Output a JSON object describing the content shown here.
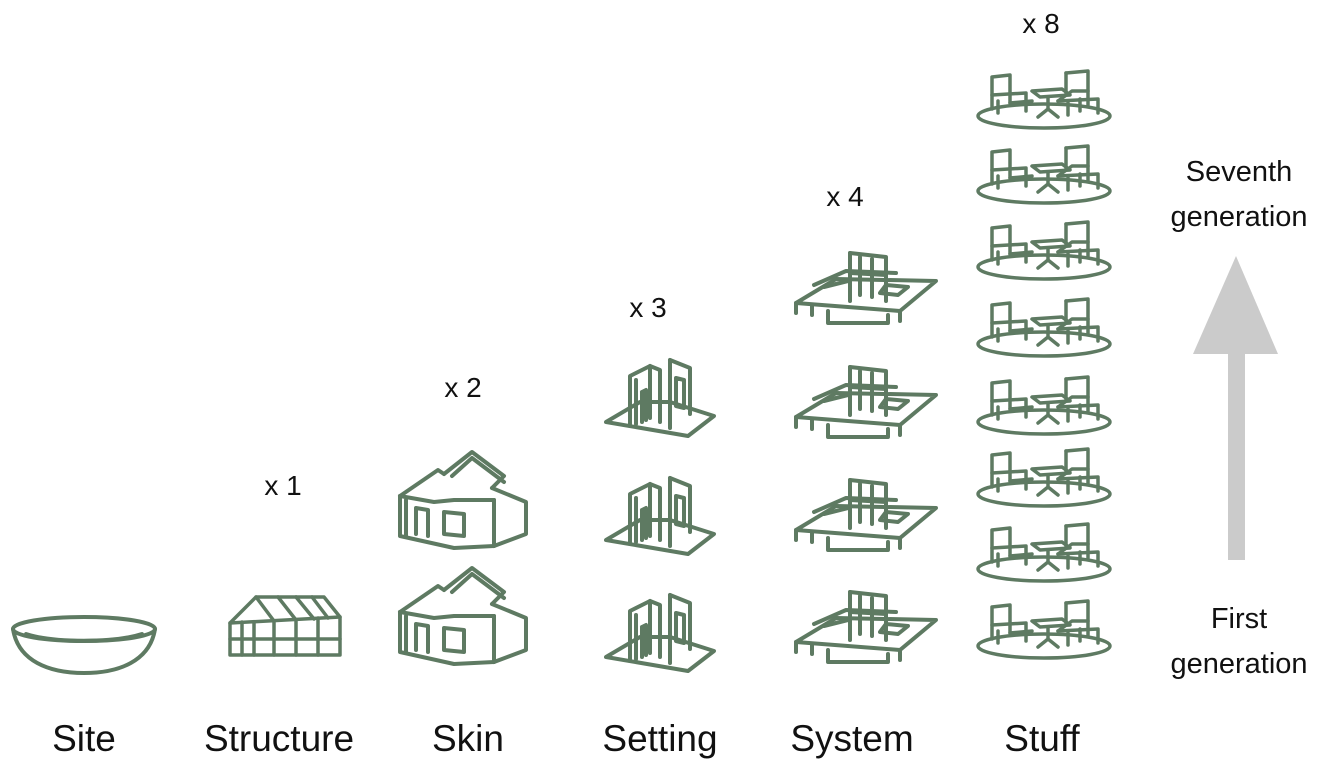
{
  "columns": [
    {
      "label": "Site",
      "multiplier": "",
      "count": 1,
      "icon": "bowl-icon"
    },
    {
      "label": "Structure",
      "multiplier": "x 1",
      "count": 1,
      "icon": "frame-house-icon"
    },
    {
      "label": "Skin",
      "multiplier": "x 2",
      "count": 2,
      "icon": "house-icon"
    },
    {
      "label": "Setting",
      "multiplier": "x 3",
      "count": 3,
      "icon": "wall-panel-icon"
    },
    {
      "label": "System",
      "multiplier": "x 4",
      "count": 4,
      "icon": "system-platform-icon"
    },
    {
      "label": "Stuff",
      "multiplier": "x 8",
      "count": 8,
      "icon": "furniture-set-icon"
    }
  ],
  "generation": {
    "top_line1": "Seventh",
    "top_line2": "generation",
    "bottom_line1": "First",
    "bottom_line2": "generation"
  },
  "colors": {
    "icon_stroke": "#5e7a62",
    "arrow_fill": "#cbcbcb",
    "text": "#111111"
  }
}
